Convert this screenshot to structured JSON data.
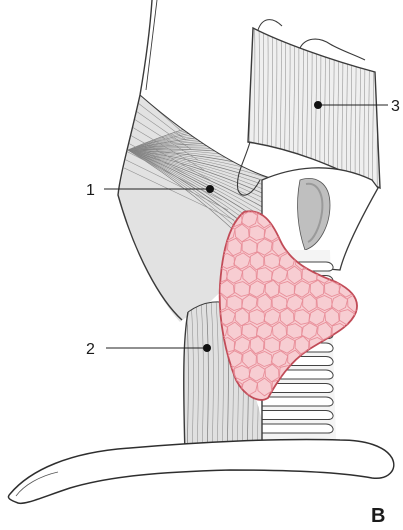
{
  "labels": {
    "label_1": "1",
    "label_2": "2",
    "label_3": "3",
    "panel": "B"
  },
  "colors": {
    "muscle_fill": "#dcdcdc",
    "gland_fill": "#f6c9cf",
    "gland_stroke": "#c8505c",
    "line": "#2b2b2b"
  }
}
